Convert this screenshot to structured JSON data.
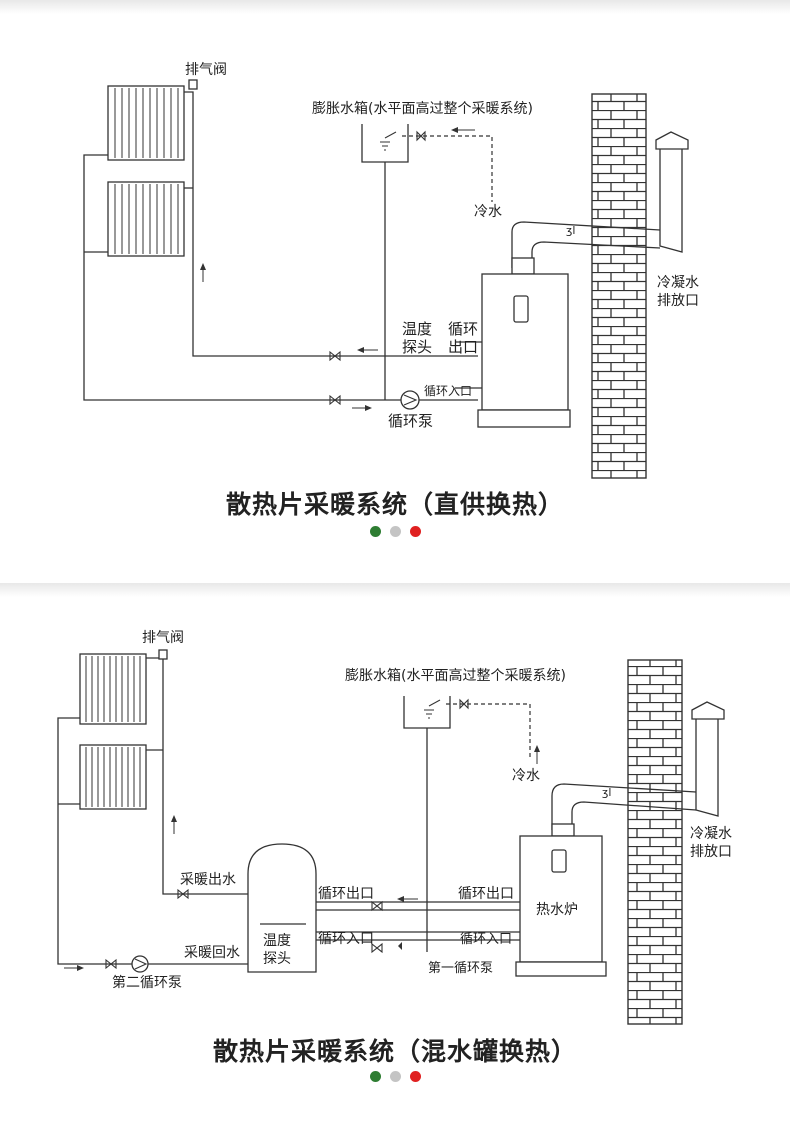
{
  "colors": {
    "dot_green": "#2e7d32",
    "dot_gray": "#c4c4c4",
    "dot_red": "#e02020"
  },
  "diagram1": {
    "title": "散热片采暖系统（直供换热）",
    "labels": {
      "vent_valve": "排气阀",
      "expansion_tank": "膨胀水箱(水平面高过整个采暖系统)",
      "cold_water": "冷水",
      "condensate_1": "冷凝水",
      "condensate_2": "排放口",
      "temp_probe_1": "温度",
      "temp_probe_2": "探头",
      "circ_out_1": "循环",
      "circ_out_2": "出口",
      "circ_in": "循环入口",
      "pump": "循环泵"
    }
  },
  "diagram2": {
    "title": "散热片采暖系统（混水罐换热）",
    "labels": {
      "vent_valve": "排气阀",
      "expansion_tank": "膨胀水箱(水平面高过整个采暖系统)",
      "cold_water": "冷水",
      "condensate_1": "冷凝水",
      "condensate_2": "排放口",
      "heating_out": "采暖出水",
      "heating_return": "采暖回水",
      "second_pump": "第二循环泵",
      "temp_probe_1": "温度",
      "temp_probe_2": "探头",
      "tank_circ_out": "循环出口",
      "tank_circ_in": "循环入口",
      "boiler_circ_out": "循环出口",
      "boiler_circ_in": "循环入口",
      "boiler": "热水炉",
      "first_pump": "第一循环泵"
    }
  }
}
